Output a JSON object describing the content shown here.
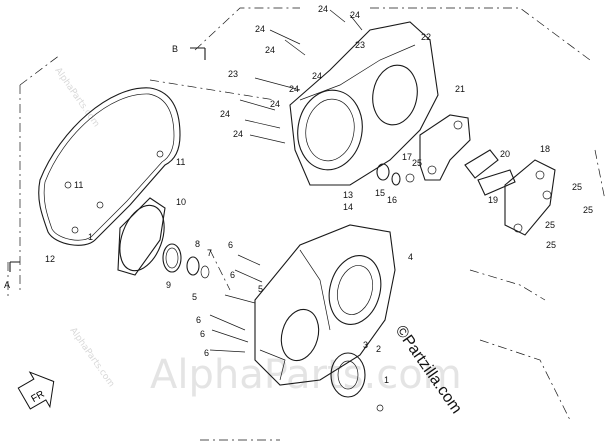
{
  "watermark": {
    "site": "AlphaParts.com",
    "copyright": "©Partzilla.com"
  },
  "view_markers": {
    "a": "A",
    "b": "B"
  },
  "callouts": [
    {
      "id": "c1",
      "label": "1"
    },
    {
      "id": "c1b",
      "label": "1"
    },
    {
      "id": "c2",
      "label": "2"
    },
    {
      "id": "c3",
      "label": "3"
    },
    {
      "id": "c4",
      "label": "4"
    },
    {
      "id": "c5",
      "label": "5"
    },
    {
      "id": "c5b",
      "label": "5"
    },
    {
      "id": "c6",
      "label": "6"
    },
    {
      "id": "c6b",
      "label": "6"
    },
    {
      "id": "c6c",
      "label": "6"
    },
    {
      "id": "c6d",
      "label": "6"
    },
    {
      "id": "c6e",
      "label": "6"
    },
    {
      "id": "c7",
      "label": "7"
    },
    {
      "id": "c8",
      "label": "8"
    },
    {
      "id": "c9",
      "label": "9"
    },
    {
      "id": "c10",
      "label": "10"
    },
    {
      "id": "c11",
      "label": "11"
    },
    {
      "id": "c11b",
      "label": "11"
    },
    {
      "id": "c12",
      "label": "12"
    },
    {
      "id": "c13",
      "label": "13"
    },
    {
      "id": "c14",
      "label": "14"
    },
    {
      "id": "c15",
      "label": "15"
    },
    {
      "id": "c16",
      "label": "16"
    },
    {
      "id": "c17",
      "label": "17"
    },
    {
      "id": "c18",
      "label": "18"
    },
    {
      "id": "c19",
      "label": "19"
    },
    {
      "id": "c20",
      "label": "20"
    },
    {
      "id": "c21",
      "label": "21"
    },
    {
      "id": "c22",
      "label": "22"
    },
    {
      "id": "c23",
      "label": "23"
    },
    {
      "id": "c23b",
      "label": "23"
    },
    {
      "id": "c24a",
      "label": "24"
    },
    {
      "id": "c24b",
      "label": "24"
    },
    {
      "id": "c24c",
      "label": "24"
    },
    {
      "id": "c24d",
      "label": "24"
    },
    {
      "id": "c24e",
      "label": "24"
    },
    {
      "id": "c24f",
      "label": "24"
    },
    {
      "id": "c24g",
      "label": "24"
    },
    {
      "id": "c24h",
      "label": "24"
    },
    {
      "id": "c24i",
      "label": "24"
    },
    {
      "id": "c25a",
      "label": "25"
    },
    {
      "id": "c25b",
      "label": "25"
    },
    {
      "id": "c25c",
      "label": "25"
    },
    {
      "id": "c25d",
      "label": "25"
    },
    {
      "id": "c25e",
      "label": "25"
    }
  ],
  "icons": {
    "front_arrow": "front-arrow-icon"
  }
}
